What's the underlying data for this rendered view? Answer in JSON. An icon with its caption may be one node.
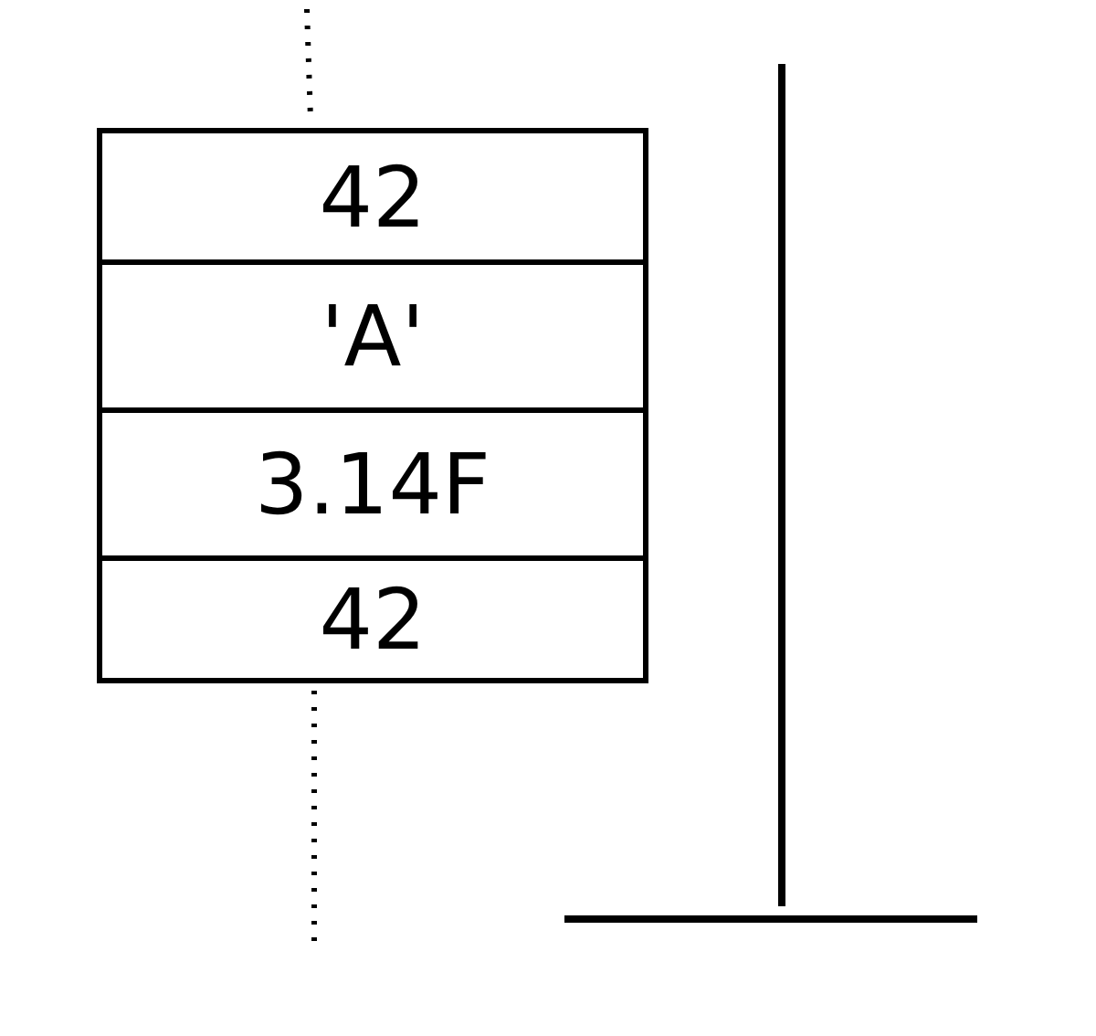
{
  "diagram": {
    "nodes": [
      {
        "text": [
          "42"
        ]
      },
      {
        "text": [
          "'A'"
        ]
      },
      {
        "text": [
          "3.14F"
        ]
      },
      {
        "text": [
          "42"
        ]
      }
    ]
  }
}
